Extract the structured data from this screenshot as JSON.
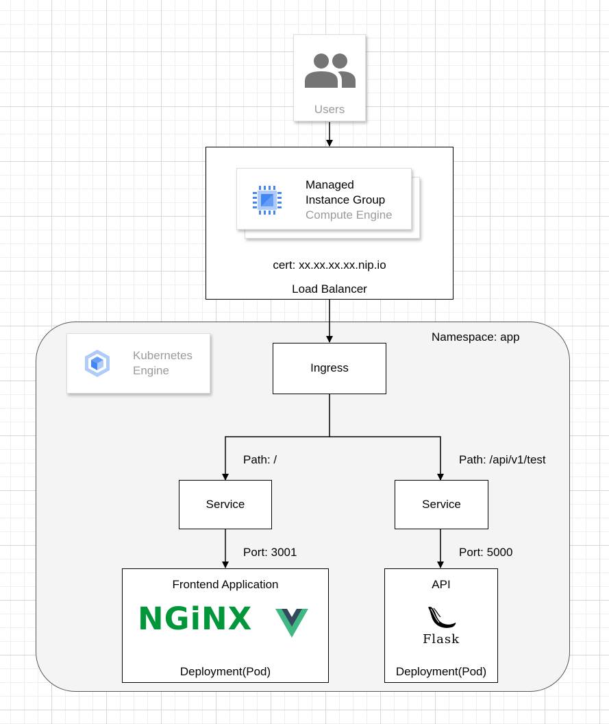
{
  "users": {
    "label": "Users",
    "icon": "users-icon"
  },
  "load_balancer": {
    "label": "Load Balancer",
    "cert": "cert: xx.xx.xx.xx.nip.io",
    "mig": {
      "title_line1": "Managed",
      "title_line2": "Instance Group",
      "subtitle": "Compute Engine",
      "icon": "compute-engine-chip-icon"
    }
  },
  "cluster": {
    "namespace": "Namespace: app",
    "engine": {
      "line1": "Kubernetes",
      "line2": "Engine",
      "icon": "kubernetes-engine-icon"
    },
    "ingress": {
      "label": "Ingress"
    },
    "left_path": "Path: /",
    "right_path": "Path: /api/v1/test",
    "left_service": {
      "label": "Service",
      "port": "Port: 3001"
    },
    "right_service": {
      "label": "Service",
      "port": "Port: 5000"
    },
    "frontend": {
      "title": "Frontend Application",
      "footer": "Deployment(Pod)",
      "logo_text": "NGiNX",
      "icons": [
        "nginx-logo-icon",
        "vue-logo-icon"
      ]
    },
    "api": {
      "title": "API",
      "footer": "Deployment(Pod)",
      "logo_text": "Flask",
      "icon": "flask-logo-icon"
    }
  },
  "colors": {
    "nginx": "#009639",
    "vue_green": "#41b883",
    "vue_dark": "#35495e",
    "gcp_blue": "#4285f4",
    "gcp_light_blue": "#aecbfa",
    "icon_gray": "#757575"
  }
}
